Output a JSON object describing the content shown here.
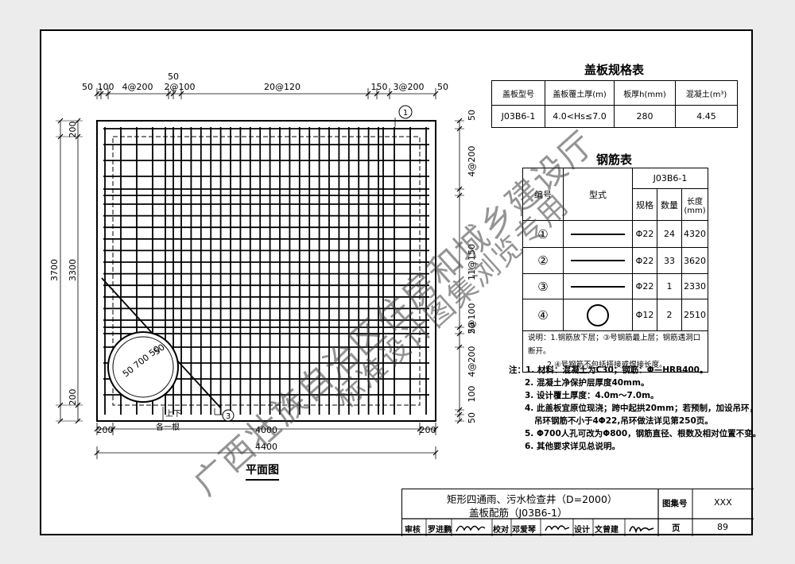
{
  "plan": {
    "top_dims": [
      "50",
      "100",
      "4@200",
      "2@100",
      "20@120",
      "150",
      "3@200",
      "50"
    ],
    "top_dim_upper": "50",
    "left_outer": "3700",
    "left_inner": "3300",
    "left_dims": [
      "200",
      "200"
    ],
    "right_dims": [
      "50",
      "4@200",
      "11@150",
      "2@100",
      "50",
      "4@200",
      "100",
      "50"
    ],
    "bottom_dims": [
      "200",
      "4000",
      "200"
    ],
    "bottom_total": "4400",
    "hole_label_1": "50 700 50",
    "hole_label_2": "50",
    "bar_mark_1": "1",
    "bar_mark_3": "3",
    "leader_text_1": "上下",
    "leader_text_2": "各一根",
    "caption": "平面图"
  },
  "spec_table": {
    "title": "盖板规格表",
    "headers": [
      "盖板型号",
      "盖板覆土厚(m)",
      "板厚h(mm)",
      "混凝土(m³)"
    ],
    "row": [
      "J03B6-1",
      "4.0<Hs≤7.0",
      "280",
      "4.45"
    ]
  },
  "rebar_table": {
    "title": "钢筋表",
    "group": "J03B6-1",
    "headers": [
      "编号",
      "型式",
      "规格",
      "数量",
      "长度(mm)"
    ],
    "rows": [
      {
        "no": "①",
        "spec": "Φ22",
        "qty": "24",
        "len": "4320"
      },
      {
        "no": "②",
        "spec": "Φ22",
        "qty": "33",
        "len": "3620"
      },
      {
        "no": "③",
        "spec": "Φ22",
        "qty": "1",
        "len": "2330"
      },
      {
        "no": "④",
        "spec": "Φ12",
        "qty": "2",
        "len": "2510"
      }
    ],
    "remark_1": "说明：1.钢筋放下层；③号钢筋最上层；钢筋遇洞口断开。",
    "remark_2": "2.④号钢筋不包括搭接或焊接长度。"
  },
  "notes": [
    "注：1. 材料：混凝土为C30；钢筋：Φ—HRB400。",
    "2. 混凝土净保护层厚度40mm。",
    "3. 设计覆土厚度：4.0m～7.0m。",
    "4. 此盖板宜原位现浇；跨中起拱20mm；若预制，加设吊环，",
    "吊环钢筋不小于4Φ22,吊环做法详见第250页。",
    "5. Φ700人孔可改为Φ800，钢筋直径、根数及相对位置不变。",
    "6. 其他要求详见总说明。"
  ],
  "title_block": {
    "title_line1": "矩形四通雨、污水检查井（D=2000）",
    "title_line2": "盖板配筋（J03B6-1）",
    "atlas_label": "图集号",
    "atlas_value": "XXX",
    "page_label": "页",
    "page_value": "89",
    "sign_row": [
      "审核",
      "罗进鹏",
      "校对",
      "邓爱琴",
      "设计",
      "文曾建"
    ]
  },
  "watermark": [
    "广西壮族自治区住房和城乡建设厅",
    "标准设计图集浏览专用"
  ]
}
